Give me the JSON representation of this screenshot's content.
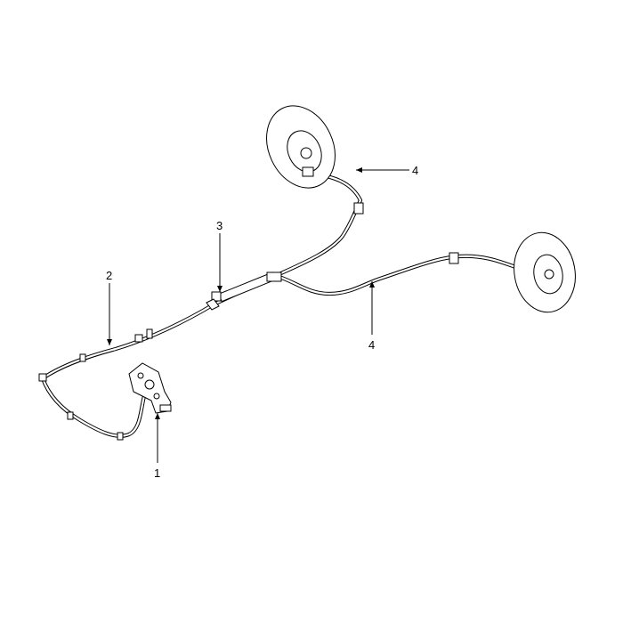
{
  "diagram": {
    "callouts": [
      {
        "id": "1",
        "label": "1"
      },
      {
        "id": "2",
        "label": "2"
      },
      {
        "id": "3",
        "label": "3"
      },
      {
        "id": "4a",
        "label": "4"
      },
      {
        "id": "4b",
        "label": "4"
      }
    ],
    "colors": {
      "line": "#000000",
      "background": "#ffffff"
    }
  }
}
